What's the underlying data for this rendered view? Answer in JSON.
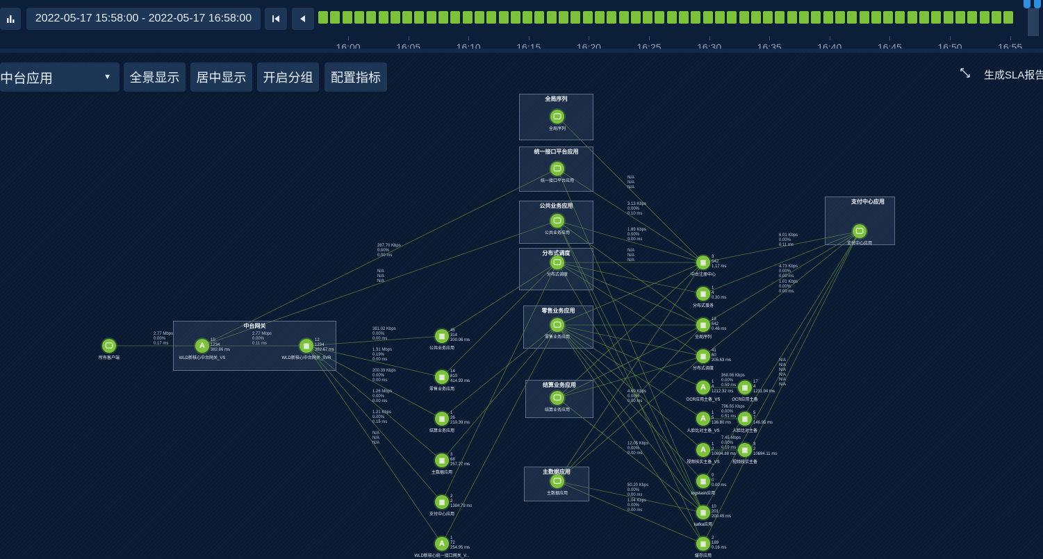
{
  "topbar": {
    "time_range": "2022-05-17 15:58:00 - 2022-05-17 16:58:00",
    "ticks": [
      "16:00",
      "16:05",
      "16:10",
      "16:15",
      "16:20",
      "16:25",
      "16:30",
      "16:35",
      "16:40",
      "16:45",
      "16:50",
      "16:55"
    ],
    "segment_count": 58,
    "segment_color": "#7cc23a"
  },
  "toolbar": {
    "app_select": "中台应用",
    "fit_view": "全景显示",
    "center_view": "居中显示",
    "group_toggle": "开启分组",
    "config_metrics": "配置指标",
    "sla_report": "生成SLA报告"
  },
  "groups": {
    "quanjuxulie": "全局序列",
    "tongyi": "统一接口平台应用",
    "gonggong": "公共业务应用",
    "fenbushi": "分布式调度",
    "lingshou": "零售业务应用",
    "jiesuan": "结算业务应用",
    "zhushuju": "主数据应用",
    "zhongtai": "中台网关",
    "zhifu": "支付中心应用"
  },
  "nodes": {
    "client": {
      "label": "所有客户端"
    },
    "gw_vs": {
      "label": "WLD新核心中台网关_VS",
      "stats": "10\n1234\n382.86 ms"
    },
    "gw_svr": {
      "label": "WLD新核心中台网关_SVR",
      "stats": "12\n1234\n382.67 ms"
    },
    "ggyw": {
      "label": "公共业务应用",
      "stats": "45\n314\n200.06 ms"
    },
    "lsyw": {
      "label": "零售业务应用",
      "stats": "14\n810\n414.93 ms"
    },
    "jsyw": {
      "label": "结算业务应用",
      "stats": "1\n26\n210.39 ms"
    },
    "zsj": {
      "label": "主数据应用",
      "stats": "3\n68\n257.27 ms"
    },
    "zfzx": {
      "label": "支付中心应用",
      "stats": "2\n2\n1384.79 ms"
    },
    "tyjk_vs": {
      "label": "WLD新核心统一接口网关_V...",
      "stats": "1\n72\n254.95 ms"
    },
    "g_qjxl": {
      "label": "全局序列"
    },
    "g_tyjk": {
      "label": "统一接口平台应用"
    },
    "g_ggyw": {
      "label": "公共业务应用"
    },
    "g_fbs": {
      "label": "分布式调度"
    },
    "g_lsyw": {
      "label": "零售业务应用"
    },
    "g_jsyw": {
      "label": "结算业务应用"
    },
    "g_zsj": {
      "label": "主数据应用"
    },
    "zczx": {
      "label": "中台注册中心",
      "stats": "3\n542\n1.17 ms"
    },
    "fbssw": {
      "label": "分布式事务",
      "stats": "1\n4\n0.30 ms"
    },
    "qjxl": {
      "label": "全局序列",
      "stats": "13\n542\n0.46 ms"
    },
    "fbsdd": {
      "label": "分布式调度",
      "stats": "41\n60\n205.63 ms"
    },
    "ocr_vs": {
      "label": "OCR应用主备_VS",
      "stats": "1\n4\n1212.32 ms"
    },
    "ocr": {
      "label": "OCR应用主备",
      "stats": "17\n4\n1211.94 ms"
    },
    "rlbd_vs": {
      "label": "人脸比对主备_VS",
      "stats": "1\n5\n136.80 ms"
    },
    "rlbd": {
      "label": "人脸比对主备",
      "stats": "5\n7\n146.95 ms"
    },
    "sphj_vs": {
      "label": "视频核实主备_VS",
      "stats": "1\n2\n10694.88 ms"
    },
    "sphj": {
      "label": "视频核实主备",
      "stats": "3\n2\n10694.11 ms"
    },
    "logstash": {
      "label": "logstash应用",
      "stats": "0\n0\n0.00 ms"
    },
    "kafka": {
      "label": "kafka应用",
      "stats": "10\n201\n200.45 ms"
    },
    "hcyy": {
      "label": "缓存应用",
      "stats": "2\n189\n0.16 ms"
    },
    "g_zfzx": {
      "label": "支付中心应用"
    }
  },
  "edge_stats": {
    "client_gw": "2.77 Mbps\n0.00%\n0.17 ms",
    "vs_svr": "2.77 Mbps\n0.00%\n0.11 ms",
    "svr_ggyw": "381.02 Kbps\n0.00%\n0.00 ms",
    "svr_lsyw": "1.31 Mbps\n0.19%\n0.00 ms",
    "svr_jsyw": "200.39 Kbps\n0.00%\n0.00 ms",
    "svr_zsj": "1.26 Mbps\n0.00%\n0.00 ms",
    "svr_zfzx": "1.21 Kbps\n0.00%\n0.15 ms",
    "svr_tyjk": "N/A\nN/A\nN/A",
    "to_tyjk_group": "287.70 Kbps\n0.00%\n0.00 ms",
    "to_ggyw_group": "N/A\nN/A\nN/A",
    "e_na1": "N/A\nN/A\nN/A",
    "e_313": "3.13 Kbps\n0.00%\n0.10 ms",
    "e_189": "1.89 Kbps\n0.00%\n0.00 ms",
    "e_na2": "N/A\nN/A\nN/A",
    "e_460": "4.60 Kbps\n0.00%\n0.00 ms",
    "e_1205": "12.05 Kbps\n0.00%\n0.00 ms",
    "e_5020": "50.20 Kbps\n0.00%\n0.00 ms",
    "e_104": "1.04 Kbps\n0.00%\n0.00 ms",
    "e_601": "6.01 Kbps\n0.00%\n0.11 ms",
    "e_473": "4.73 Kbps\n0.00%\n0.00 ms",
    "e_101": "1.01 Kbps\n0.00%\n0.00 ms",
    "e_36886": "368.86 Kbps\n0.00%\n0.59 ms",
    "e_79655": "796.55 Kbps\n0.00%\n0.51 ms",
    "e_745": "7.45 Mbps\n0.00%\n0.19 ms",
    "e_zf_na": "N/A\nN/A\nN/A\nN/A\nN/A\nN/A"
  }
}
